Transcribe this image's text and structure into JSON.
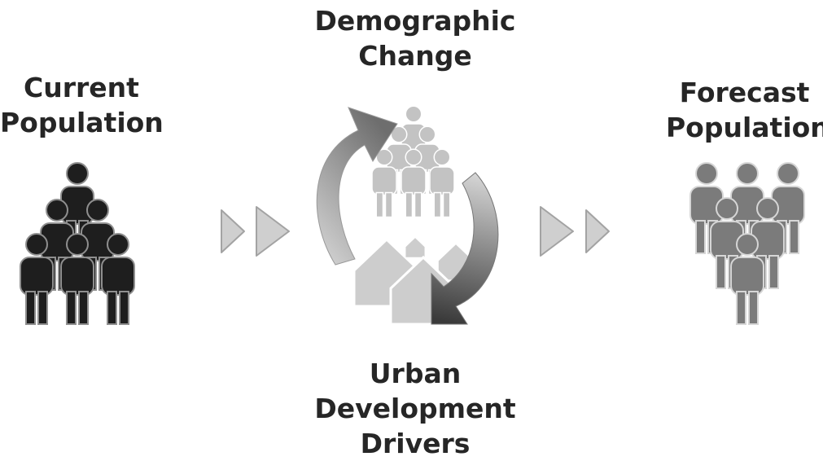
{
  "labels": {
    "current": [
      "Current",
      "Population"
    ],
    "demographic": [
      "Demographic",
      "Change"
    ],
    "forecast": [
      "Forecast",
      "Population"
    ],
    "urban": [
      "Urban",
      "Development",
      "Drivers"
    ]
  },
  "colors": {
    "text": "#262626",
    "current_people": "#1e1e1e",
    "cycle_people": "#c3c3c3",
    "houses": "#cdcdcd",
    "forecast_people": "#7b7b7b",
    "chevrons": "#cfcfcf"
  },
  "icons": [
    "people-pyramid-icon",
    "cycle-arrows-icon",
    "houses-icon",
    "people-crowd-icon",
    "chevron-icon"
  ]
}
